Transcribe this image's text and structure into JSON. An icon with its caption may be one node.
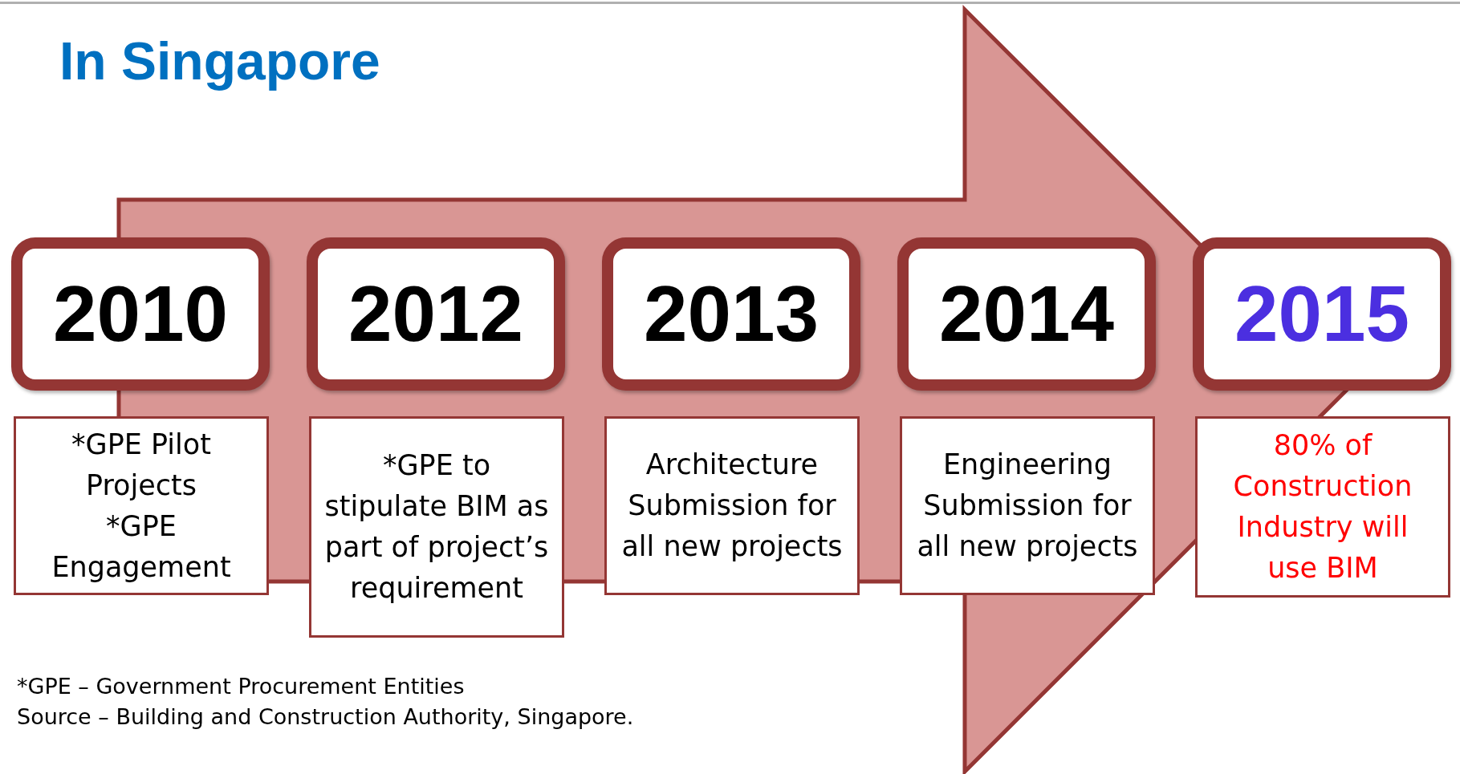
{
  "diagram": {
    "title": "In Singapore",
    "nodes": [
      {
        "text": [
          "2010"
        ]
      },
      {
        "text": [
          "*GPE Pilot Projects",
          "*GPE Engagement"
        ]
      },
      {
        "text": [
          "2012"
        ]
      },
      {
        "text": [
          "*GPE to stipulate BIM as part of project’s requirement"
        ]
      },
      {
        "text": [
          "2013"
        ]
      },
      {
        "text": [
          "Architecture Submission for all new projects"
        ]
      },
      {
        "text": [
          "2014"
        ]
      },
      {
        "text": [
          "Engineering Submission for all new projects"
        ]
      },
      {
        "text": [
          "2015"
        ]
      },
      {
        "text": [
          "80% of Construction Industry will use BIM"
        ]
      }
    ],
    "edges": [
      {
        "from": 0,
        "to": 8,
        "arrow": "to",
        "style": "thick"
      }
    ],
    "labels": [
      "*GPE – Government Procurement Entities",
      "Source – Building and Construction Authority, Singapore."
    ]
  }
}
